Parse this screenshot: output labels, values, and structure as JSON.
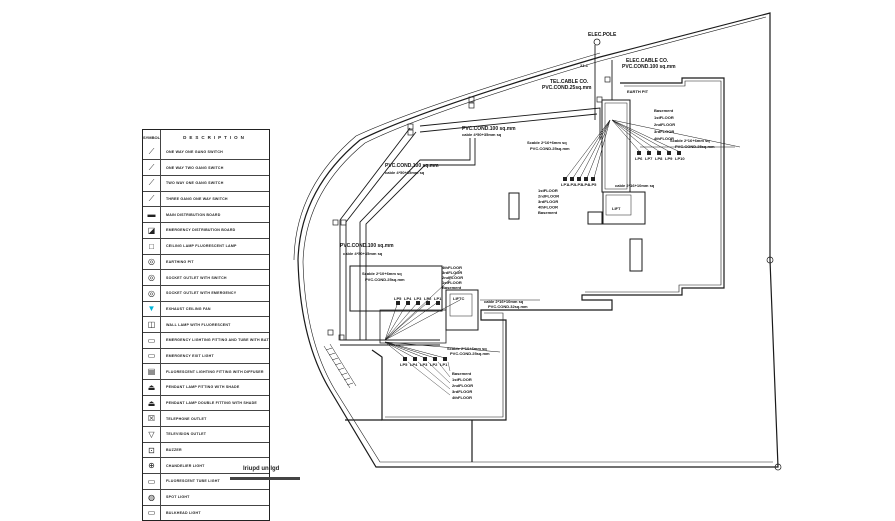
{
  "drawing": {
    "title": "Electrical Layout Plan",
    "caption": "Iriupd un.lgd",
    "labels": {
      "elec_pole": "ELEC.POLE",
      "elec_cable": "ELEC.CABLE CO.",
      "elec_cable_conduit": "PVC.COND.100 sq.mm",
      "tel_cable": "TEL.CABLE CO.",
      "tel_cable_conduit": "PVC.COND.25sq.mm",
      "earth_pit": "EARTH PIT",
      "conduit_main_1": "PVC.COND.100 sq.mm",
      "cable_main_1": "cable 4*50+35mm sq",
      "conduit_main_2": "PVC.COND.100 sq.mm",
      "cable_main_2": "cable 4*50+35mm sq",
      "conduit_main_3": "PVC.COND.100 sq.mm",
      "cable_main_3": "cable 4*50+35mm sq",
      "subcable_1": "Scable 2*16+6mm sq",
      "subcable_1_conduit": "PVC.COND.25sq.mm",
      "subcable_2": "Scable 2*16+6mm sq",
      "subcable_2_conduit": "PVC.COND.25sq.mm",
      "subcable_3": "cable 2*16+10mm sq",
      "subcable_3_conduit": "PVC.COND.32sq.mm",
      "subcable_4": "Scable 2*10+6mm sq",
      "subcable_4_conduit": "PVC.COND.25sq.mm",
      "subcable_5": "Scable 2*10+6mm sq",
      "subcable_5_conduit": "PVC.COND.25sq.mm",
      "lift_cable": "cable 2*16+10mm sq",
      "lift": "LIFT",
      "lift_2": "LIFTC",
      "scale_marker": "21-1",
      "panels_top": [
        "LP1",
        "LP2",
        "LP3",
        "LP4",
        "LP5"
      ],
      "panels_right": [
        "LP6",
        "LP7",
        "LP8",
        "LP9",
        "LP10"
      ],
      "panels_mid": [
        "LP5",
        "LP4",
        "LP3",
        "LP2",
        "LP1"
      ],
      "panels_bottom": [
        "LP5",
        "LP4",
        "LP3",
        "LP2",
        "LP1"
      ],
      "floors_top": [
        "1stFLOOR",
        "2ndFLOOR",
        "3rdFLOOR",
        "4thFLOOR",
        "Basement"
      ],
      "floors_right": [
        "Basement",
        "1stFLOOR",
        "2ndFLOOR",
        "3rdFLOOR",
        "4thFLOOR"
      ],
      "floors_mid": [
        "4thFLOOR",
        "3rdFLOOR",
        "2ndFLOOR",
        "1stFLOOR",
        "Basement"
      ],
      "floors_bottom": [
        "Basement",
        "1stFLOOR",
        "2ndFLOOR",
        "3rdFLOOR",
        "4thFLOOR"
      ]
    }
  },
  "legend": {
    "header_symbol": "SYMBOL",
    "header_description": "DESCRIPTION",
    "rows": [
      {
        "icon": "switch-single-icon",
        "glyph": "⟋",
        "text": "ONE WAY ONE GANG SWITCH"
      },
      {
        "icon": "switch-two-way-icon",
        "glyph": "⟋",
        "text": "ONE WAY TWO GANG SWITCH"
      },
      {
        "icon": "switch-double-icon",
        "glyph": "⟋",
        "text": "TWO WAY ONE GANG SWITCH"
      },
      {
        "icon": "switch-three-icon",
        "glyph": "⟋",
        "text": "THREE GANG ONE WAY SWITCH"
      },
      {
        "icon": "distribution-board-icon",
        "glyph": "▬",
        "text": "MAIN DISTRIBUTION BOARD"
      },
      {
        "icon": "emergency-board-icon",
        "glyph": "◪",
        "text": "EMERGENCY DISTRIBUTION BOARD"
      },
      {
        "icon": "ceiling-lamp-icon",
        "glyph": "□",
        "text": "CEILING LAMP FLUORESCENT LAMP"
      },
      {
        "icon": "earth-pit-icon",
        "glyph": "◎",
        "text": "EARTHING PIT"
      },
      {
        "icon": "socket-outlet-icon",
        "glyph": "◎",
        "text": "SOCKET OUTLET WITH SWITCH"
      },
      {
        "icon": "socket-emergency-icon",
        "glyph": "◎",
        "text": "SOCKET OUTLET WITH EMERGENCY"
      },
      {
        "icon": "exhaust-fan-icon",
        "glyph": "▼",
        "text": "EXHAUST CEILING FAN"
      },
      {
        "icon": "wall-lamp-icon",
        "glyph": "◫",
        "text": "WALL LAMP WITH FLUORESCENT"
      },
      {
        "icon": "emergency-light-icon",
        "glyph": "▭",
        "text": "EMERGENCY LIGHTING FITTING AND TUBE WITH BATTERY"
      },
      {
        "icon": "emergency-exit-icon",
        "glyph": "▭",
        "text": "EMERGENCY EXIT LIGHT"
      },
      {
        "icon": "fluorescent-icon",
        "glyph": "▤",
        "text": "FLUORESCENT LIGHTING FITTING WITH DIFFUSER"
      },
      {
        "icon": "pendant-lamp-icon",
        "glyph": "⏏",
        "text": "PENDANT LAMP FITTING WITH SHADE"
      },
      {
        "icon": "pendant-lamp-2-icon",
        "glyph": "⏏",
        "text": "PENDANT LAMP DOUBLE FITTING WITH SHADE"
      },
      {
        "icon": "telephone-icon",
        "glyph": "☒",
        "text": "TELEPHONE OUTLET"
      },
      {
        "icon": "tv-outlet-icon",
        "glyph": "▽",
        "text": "TELEVISION OUTLET"
      },
      {
        "icon": "buzzer-icon",
        "glyph": "⊡",
        "text": "BUZZER"
      },
      {
        "icon": "chandelier-icon",
        "glyph": "⊕",
        "text": "CHANDELIER LIGHT"
      },
      {
        "icon": "fluorescent-tube-icon",
        "glyph": "▭",
        "text": "FLUORESCENT TUBE LIGHT"
      },
      {
        "icon": "spot-light-icon",
        "glyph": "◍",
        "text": "SPOT LIGHT"
      },
      {
        "icon": "bulkhead-icon",
        "glyph": "▭",
        "text": "BULKHEAD LIGHT"
      }
    ]
  },
  "colors": {
    "line": "#1a1a1a",
    "accent_cyan": "#00b4d8"
  }
}
